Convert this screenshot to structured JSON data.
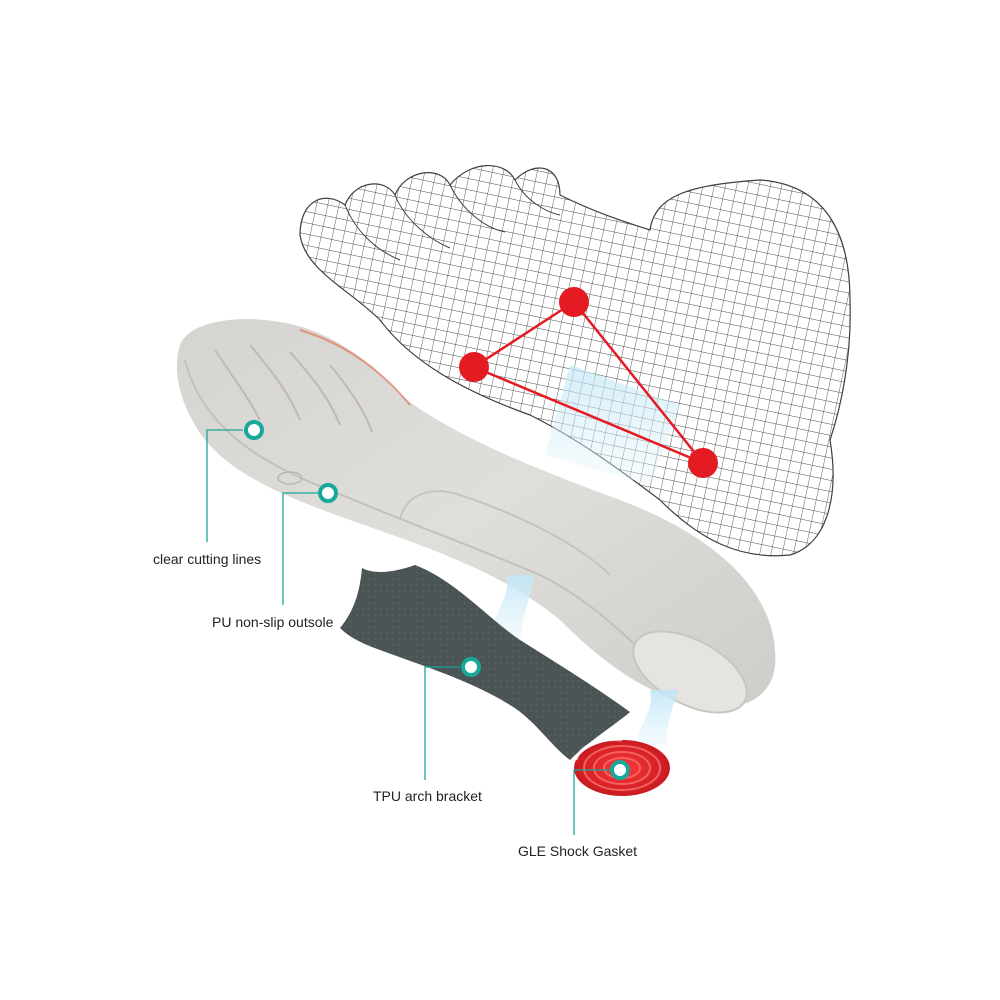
{
  "colors": {
    "accent": "#17a89b",
    "marker_red": "#e51b24",
    "insole_gray": "#d9d7d3",
    "bracket_dark": "#4b5556",
    "gasket_red": "#e2262c",
    "mesh_line": "#555555"
  },
  "callouts": [
    {
      "label": "clear cutting lines",
      "icon": "ring-marker-icon"
    },
    {
      "label": "PU non-slip outsole",
      "icon": "ring-marker-icon"
    },
    {
      "label": "TPU arch bracket",
      "icon": "ring-marker-icon"
    },
    {
      "label": "GLE Shock Gasket",
      "icon": "ring-marker-icon"
    }
  ],
  "pressure_points": {
    "count": 3,
    "icon": "red-dot-icon"
  }
}
